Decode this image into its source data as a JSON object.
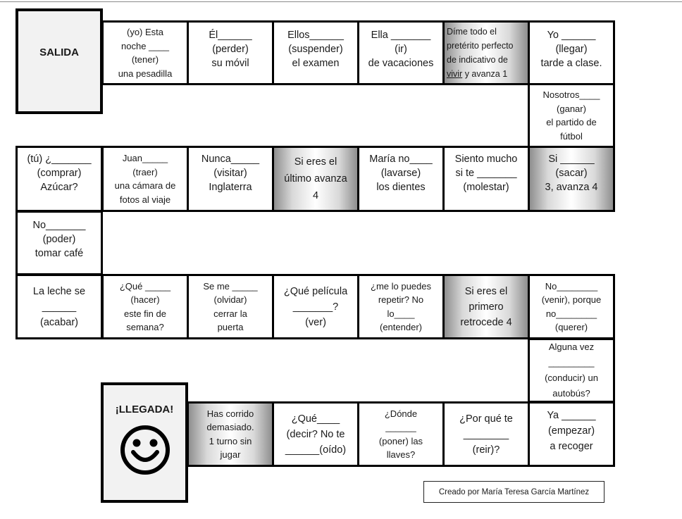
{
  "board": {
    "start_label": "SALIDA",
    "finish_label": "¡LLEGADA!",
    "finish_icon": "smiley-face-icon",
    "credit": "Creado por María Teresa García Martínez",
    "colors": {
      "border": "#000000",
      "start_finish_fill": "#f2f2f2",
      "special_cell_gradient_edge": "#8f8f8f",
      "special_cell_gradient_center": "#ffffff"
    },
    "row1": [
      {
        "text": "(yo) Esta\nnoche ____\n(tener)\nuna  pesadilla",
        "special": false
      },
      {
        "text": "Él______\n(perder)\nsu móvil",
        "special": false
      },
      {
        "text": "Ellos______\n(suspender)\nel examen",
        "special": false
      },
      {
        "text": "Ella _______\n(ir)\nde vacaciones",
        "special": false
      },
      {
        "text_before": "Díme  todo el\npretérito perfecto\nde indicativo de\n",
        "text_underlined": "vivir",
        "text_after": " y avanza 1",
        "special": true
      },
      {
        "text": "Yo ______\n(llegar)\ntarde a clase.",
        "special": false
      }
    ],
    "row2": [
      {
        "text": "Nosotros____\n(ganar)\nel partido de\nfútbol",
        "special": false
      }
    ],
    "row3": [
      {
        "text": "(tú) ¿_______\n(comprar)\nAzúcar?",
        "special": false
      },
      {
        "text": "Juan_____\n(traer)\nuna cámara de\nfotos al viaje",
        "special": false
      },
      {
        "text": "Nunca_____\n(visitar)\nInglaterra",
        "special": false
      },
      {
        "text": "Si eres el\núltimo avanza\n4",
        "special": true
      },
      {
        "text": "María no____\n(lavarse)\nlos dientes",
        "special": false
      },
      {
        "text": "Siento mucho\nsi te _______\n(molestar)",
        "special": false
      },
      {
        "text": "Si ______\n(sacar)\n3, avanza 4",
        "special": true
      }
    ],
    "row4": [
      {
        "text": "No_______\n(poder)\ntomar café",
        "special": false
      }
    ],
    "row5": [
      {
        "text": "La leche se\n______\n(acabar)",
        "special": false
      },
      {
        "text": "¿Qué _____\n(hacer)\neste fin de\nsemana?",
        "special": false
      },
      {
        "text": "Se me _____\n(olvidar)\ncerrar la\npuerta",
        "special": false
      },
      {
        "text": "¿Qué película\n_______?\n(ver)",
        "special": false
      },
      {
        "text": "¿me lo puedes\nrepetir? No\nlo____\n(entender)",
        "special": false
      },
      {
        "text": "Si eres el\nprimero\nretrocede 4",
        "special": true
      },
      {
        "text": "No________\n(venir), porque\nno________\n(querer)",
        "special": false
      }
    ],
    "row6": [
      {
        "text": "Alguna vez\n_________\n(conducir) un\nautobús?",
        "special": false
      }
    ],
    "row7": [
      {
        "text": "Has corrido\ndemasiado.\n1 turno sin\njugar",
        "special": true
      },
      {
        "text": "¿Qué____\n(decir? No te\n______(oído)",
        "special": false
      },
      {
        "text": "¿Dónde\n______\n(poner) las\nllaves?",
        "special": false
      },
      {
        "text": "¿Por qué te\n________\n(reir)?",
        "special": false
      },
      {
        "text": "Ya ______\n(empezar)\na recoger",
        "special": false
      }
    ]
  }
}
